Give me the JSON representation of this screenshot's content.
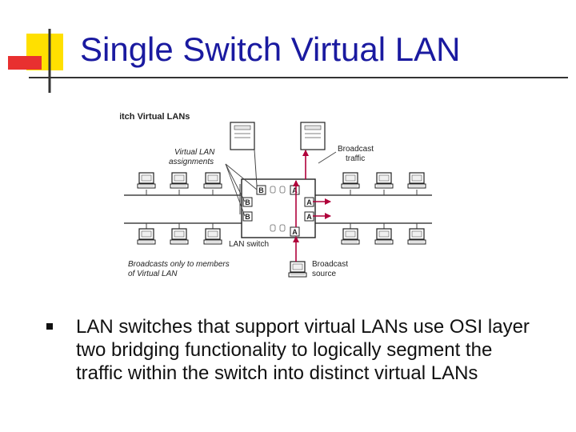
{
  "slide": {
    "title": "Single Switch Virtual LAN",
    "bullet": "LAN switches that support virtual LANs use OSI layer two bridging functionality to logically segment the traffic within the switch into distinct virtual LANs"
  },
  "figure": {
    "caption": "Single Switch Virtual LANs",
    "labels": {
      "assign_1": "Virtual LAN",
      "assign_2": "assignments",
      "bcast_traffic_1": "Broadcast",
      "bcast_traffic_2": "traffic",
      "switch": "LAN switch",
      "members_1": "Broadcasts only to members",
      "members_2": "of Virtual LAN",
      "source_1": "Broadcast",
      "source_2": "source"
    },
    "ports": {
      "top_b": "B",
      "top_a": "A",
      "left_b_upper": "B",
      "left_b_lower": "B",
      "right_a_upper": "A",
      "right_a_lower": "A",
      "bottom_a": "A"
    }
  },
  "colors": {
    "title": "#1a1aa0",
    "accent_yellow": "#ffe000",
    "accent_red": "#e83030",
    "broadcast_arrow": "#b0003a"
  }
}
